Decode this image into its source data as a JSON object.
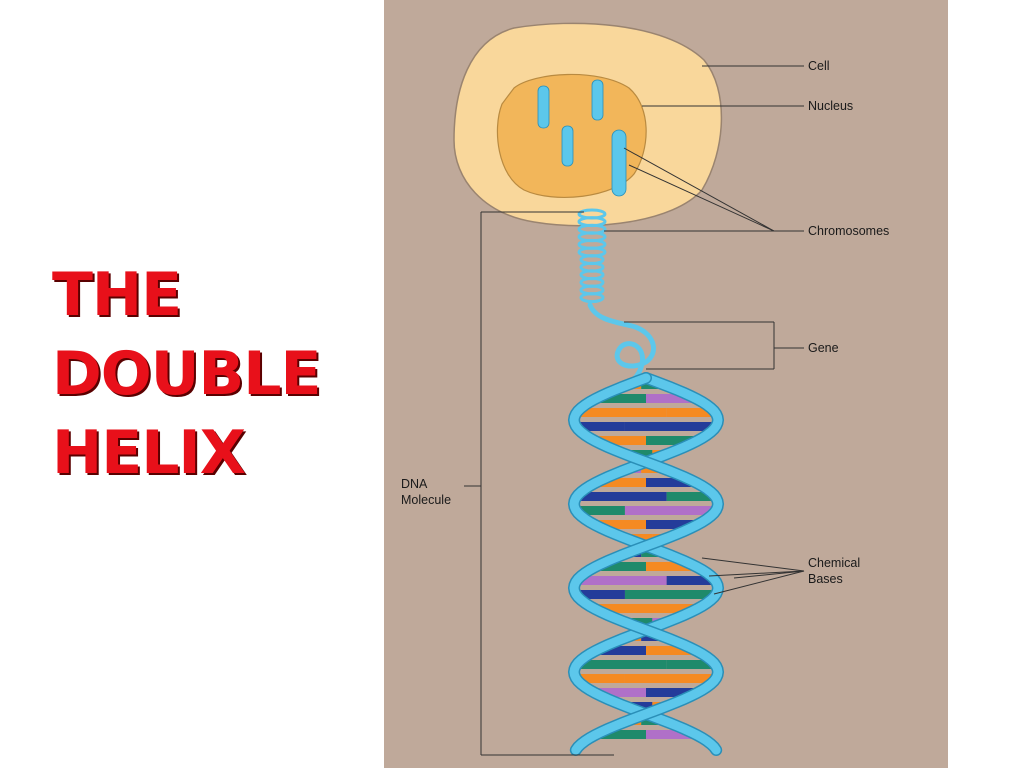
{
  "slide": {
    "title_lines": [
      "THE",
      "DOUBLE",
      "HELIX"
    ]
  },
  "diagram": {
    "labels": {
      "cell": "Cell",
      "nucleus": "Nucleus",
      "chromosomes": "Chromosomes",
      "gene": "Gene",
      "dna_line1": "DNA",
      "dna_line2": "Molecule",
      "bases_line1": "Chemical",
      "bases_line2": "Bases"
    }
  },
  "colors": {
    "title": "#e8101a",
    "panel_background": "#bfa99a",
    "cell": "#f9d79b",
    "nucleus": "#f2b65a",
    "chromosome": "#5cc7eb",
    "helix_strand": "#5cc7eb",
    "base_orange": "#f58a22",
    "base_teal": "#1f8a6b",
    "base_blue": "#243c9a",
    "base_purple": "#b070c8",
    "leader_line": "#333333"
  }
}
